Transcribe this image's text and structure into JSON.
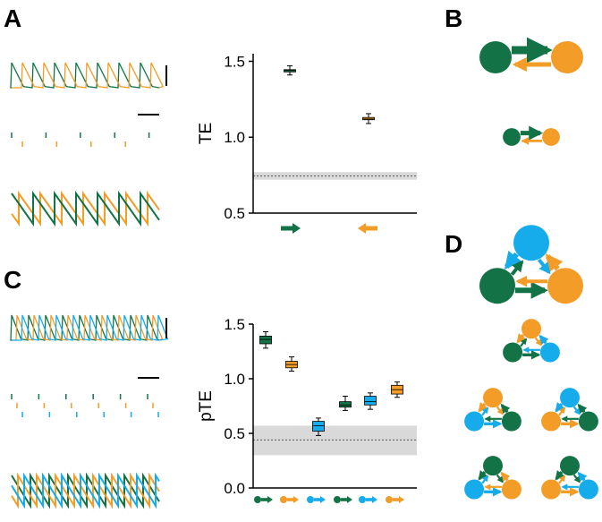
{
  "panels": {
    "A": "A",
    "B": "B",
    "C": "C",
    "D": "D"
  },
  "colors": {
    "green": "#137346",
    "orange": "#F39C27",
    "blue": "#16ABEB",
    "null_band": "#d9d9d9",
    "null_line": "#555555"
  },
  "chart_data": [
    {
      "type": "box",
      "panel": "A",
      "title": "",
      "xlabel": "",
      "ylabel": "TE",
      "ylim": [
        0.5,
        1.55
      ],
      "yticks": [
        "0.5",
        "1.0",
        "1.5"
      ],
      "ytick_values": [
        0.5,
        1.0,
        1.5
      ],
      "grid": false,
      "categories": [
        "green-to-orange",
        "orange-to-green"
      ],
      "category_markers": [
        {
          "kind": "arrow",
          "color": "green",
          "dir": "right"
        },
        {
          "kind": "arrow",
          "color": "orange",
          "dir": "left"
        }
      ],
      "series": [
        {
          "color": "green",
          "median": 1.44,
          "q1": 1.435,
          "q3": 1.445,
          "whisker_low": 1.41,
          "whisker_high": 1.47
        },
        {
          "color": "orange",
          "median": 1.12,
          "q1": 1.115,
          "q3": 1.13,
          "whisker_low": 1.09,
          "whisker_high": 1.155
        }
      ],
      "null_distribution": {
        "mean": 0.745,
        "band_low": 0.72,
        "band_high": 0.77
      }
    },
    {
      "type": "box",
      "panel": "C",
      "title": "",
      "xlabel": "",
      "ylabel": "pTE",
      "ylim": [
        0.0,
        1.5
      ],
      "yticks": [
        "0.0",
        "0.5",
        "1.0",
        "1.5"
      ],
      "ytick_values": [
        0.0,
        0.5,
        1.0,
        1.5
      ],
      "grid": false,
      "categories": [
        "green-to-orange",
        "orange-to-blue",
        "blue-to-green",
        "green-to-blue",
        "blue-to-orange",
        "orange-to-green"
      ],
      "category_markers": [
        {
          "kind": "pair",
          "from": "green",
          "to": "orange"
        },
        {
          "kind": "pair",
          "from": "orange",
          "to": "blue"
        },
        {
          "kind": "pair",
          "from": "blue",
          "to": "green"
        },
        {
          "kind": "pair",
          "from": "green",
          "to": "blue"
        },
        {
          "kind": "pair",
          "from": "blue",
          "to": "orange"
        },
        {
          "kind": "pair",
          "from": "orange",
          "to": "green"
        }
      ],
      "series": [
        {
          "color": "green",
          "median": 1.36,
          "q1": 1.32,
          "q3": 1.39,
          "whisker_low": 1.28,
          "whisker_high": 1.43
        },
        {
          "color": "orange",
          "median": 1.13,
          "q1": 1.1,
          "q3": 1.16,
          "whisker_low": 1.07,
          "whisker_high": 1.2
        },
        {
          "color": "blue",
          "median": 0.57,
          "q1": 0.52,
          "q3": 0.61,
          "whisker_low": 0.48,
          "whisker_high": 0.64
        },
        {
          "color": "green",
          "median": 0.76,
          "q1": 0.74,
          "q3": 0.79,
          "whisker_low": 0.71,
          "whisker_high": 0.84
        },
        {
          "color": "blue",
          "median": 0.79,
          "q1": 0.76,
          "q3": 0.84,
          "whisker_low": 0.72,
          "whisker_high": 0.87
        },
        {
          "color": "orange",
          "median": 0.9,
          "q1": 0.86,
          "q3": 0.94,
          "whisker_low": 0.83,
          "whisker_high": 0.97
        }
      ],
      "null_distribution": {
        "mean": 0.44,
        "band_low": 0.3,
        "band_high": 0.57
      }
    }
  ],
  "traces": {
    "A": {
      "top": [
        {
          "color": "green",
          "period": 24,
          "phase": 0
        },
        {
          "color": "orange",
          "period": 24,
          "phase": 12
        }
      ],
      "bottom": [
        {
          "color": "orange",
          "period": 24,
          "phase": 8
        },
        {
          "color": "green",
          "period": 24,
          "phase": 0
        }
      ]
    },
    "C": {
      "top": [
        {
          "color": "green",
          "period": 19,
          "phase": 0
        },
        {
          "color": "orange",
          "period": 19,
          "phase": 6
        },
        {
          "color": "blue",
          "period": 19,
          "phase": 12
        }
      ],
      "bottom": [
        {
          "color": "green",
          "period": 21,
          "phase": 0
        },
        {
          "color": "orange",
          "period": 21,
          "phase": 7
        },
        {
          "color": "blue",
          "period": 21,
          "phase": 14
        }
      ]
    }
  },
  "networks": {
    "B": [
      {
        "nodes": [
          "green",
          "orange"
        ],
        "size": "large"
      },
      {
        "nodes": [
          "green",
          "orange"
        ],
        "size": "small"
      }
    ],
    "D": [
      {
        "nodes": [
          "blue",
          "green",
          "orange"
        ],
        "size": "large",
        "layout": "top-blue"
      },
      {
        "nodes": [
          "orange",
          "green",
          "blue"
        ],
        "size": "small",
        "layout": "top-orange"
      },
      {
        "nodes": [
          "orange",
          "blue",
          "green"
        ],
        "size": "small",
        "layout": "top-orange"
      },
      {
        "nodes": [
          "blue",
          "orange",
          "green"
        ],
        "size": "small",
        "layout": "top-blue"
      },
      {
        "nodes": [
          "green",
          "blue",
          "orange"
        ],
        "size": "small",
        "layout": "top-green"
      },
      {
        "nodes": [
          "green",
          "orange",
          "blue"
        ],
        "size": "small",
        "layout": "top-green"
      }
    ]
  }
}
